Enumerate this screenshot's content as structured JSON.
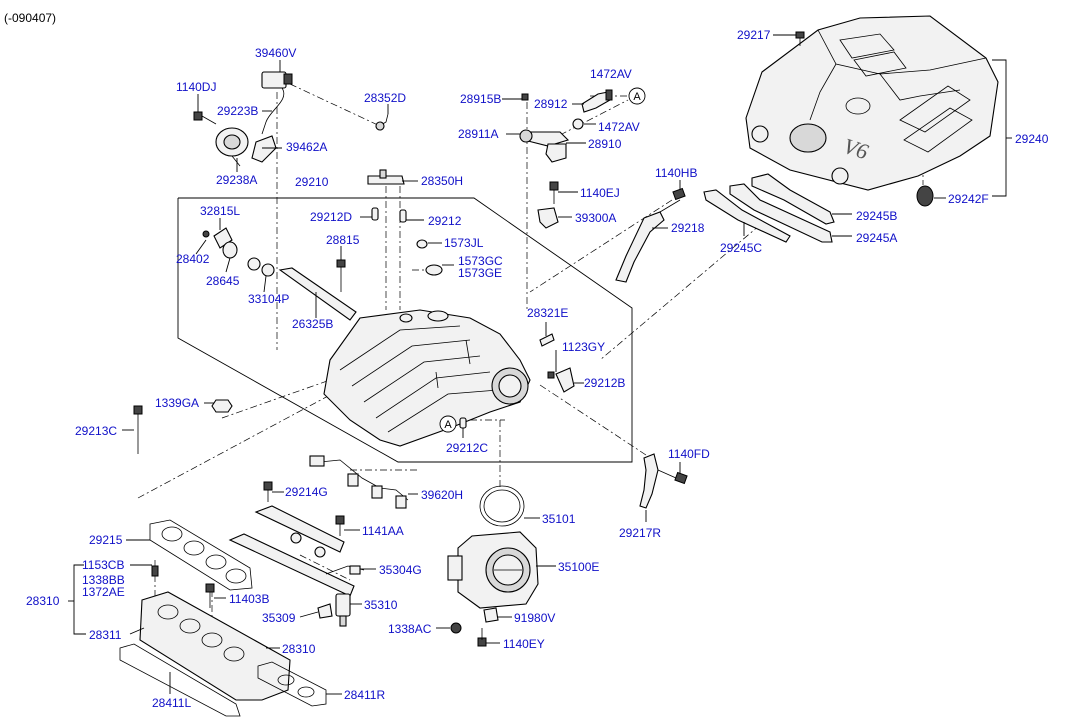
{
  "header": {
    "production_note": "(-090407)"
  },
  "callouts": {
    "ref_a_1": "A",
    "ref_a_2": "A"
  },
  "labels": {
    "p29217": "29217",
    "p39460V": "39460V",
    "p1140DJ": "1140DJ",
    "p29223B": "29223B",
    "p39462A": "39462A",
    "p29238A": "29238A",
    "p28352D": "28352D",
    "p28350H": "28350H",
    "p29210": "29210",
    "p28915B": "28915B",
    "p28912": "28912",
    "p1472AV_1": "1472AV",
    "p1472AV_2": "1472AV",
    "p28911A": "28911A",
    "p28910": "28910",
    "p1140EJ": "1140EJ",
    "p1140HB": "1140HB",
    "p29240": "29240",
    "p29242F": "29242F",
    "p29245B": "29245B",
    "p29245A": "29245A",
    "p29245C": "29245C",
    "p29218": "29218",
    "p39300A": "39300A",
    "p32815L": "32815L",
    "p29212D": "29212D",
    "p29212": "29212",
    "p28402": "28402",
    "p28815": "28815",
    "p1573JL": "1573JL",
    "p1573GC": "1573GC",
    "p1573GE": "1573GE",
    "p28645": "28645",
    "p33104P": "33104P",
    "p26325B": "26325B",
    "p28321E": "28321E",
    "p1123GY": "1123GY",
    "p29212B": "29212B",
    "p1339GA": "1339GA",
    "p29213C": "29213C",
    "p29212C": "29212C",
    "p1140FD": "1140FD",
    "p29214G": "29214G",
    "p39620H": "39620H",
    "p35101": "35101",
    "p29217R": "29217R",
    "p1141AA": "1141AA",
    "p29215": "29215",
    "p35304G": "35304G",
    "p35100E": "35100E",
    "p1153CB": "1153CB",
    "p1338BB": "1338BB",
    "p1372AE": "1372AE",
    "p28310_a": "28310",
    "p11403B": "11403B",
    "p35309": "35309",
    "p35310": "35310",
    "p91980V": "91980V",
    "p1338AC": "1338AC",
    "p1140EY": "1140EY",
    "p28311": "28311",
    "p28310_b": "28310",
    "p28411L": "28411L",
    "p28411R": "28411R"
  },
  "cover_badge": "V6"
}
